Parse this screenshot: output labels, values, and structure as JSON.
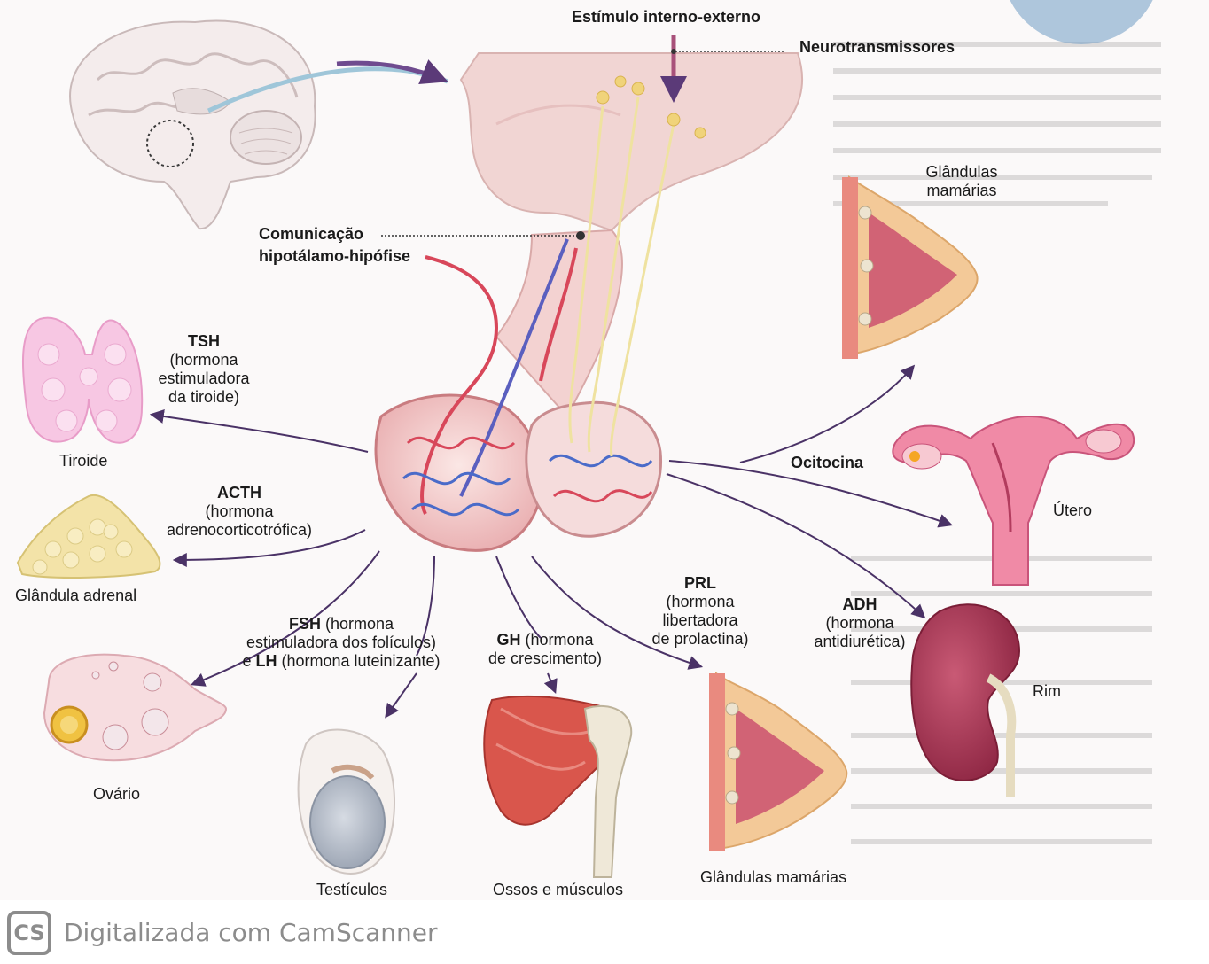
{
  "labels": {
    "stimulus": "Estímulo interno-externo",
    "neurotransmitters": "Neurotransmissores",
    "comm_line1": "Comunicação",
    "comm_line2": "hipotálamo-hipófise",
    "tsh": "TSH",
    "tsh_desc1": "(hormona",
    "tsh_desc2": "estimuladora",
    "tsh_desc3": "da tiroide)",
    "thyroid": "Tiroide",
    "acth": "ACTH",
    "acth_desc1": "(hormona",
    "acth_desc2": "adrenocorticotrófica)",
    "adrenal": "Glândula adrenal",
    "fsh": "FSH",
    "fsh_rest": " (hormona",
    "fsh_desc2": "estimuladora dos folículos)",
    "fsh_e": "e ",
    "lh": "LH",
    "lh_rest": " (hormona luteinizante)",
    "ovary": "Ovário",
    "testicles": "Testículos",
    "gh": "GH",
    "gh_rest": " (hormona",
    "gh_desc2": "de crescimento)",
    "bones": "Ossos e músculos",
    "prl": "PRL",
    "prl_desc1": "(hormona",
    "prl_desc2": "libertadora",
    "prl_desc3": "de prolactina)",
    "mammary_bottom": "Glândulas mamárias",
    "mammary_top1": "Glândulas",
    "mammary_top2": "mamárias",
    "oxytocin": "Ocitocina",
    "uterus": "Útero",
    "adh": "ADH",
    "adh_desc1": "(hormona",
    "adh_desc2": "antidiurética)",
    "kidney": "Rim"
  },
  "footer": {
    "logo": "CS",
    "text": "Digitalizada com CamScanner"
  },
  "colors": {
    "arrow": "#4a3266",
    "pituitary": "#f3c9c8",
    "artery": "#d8475a",
    "vein": "#4a6bc9",
    "nerve": "#f2e8a8"
  }
}
